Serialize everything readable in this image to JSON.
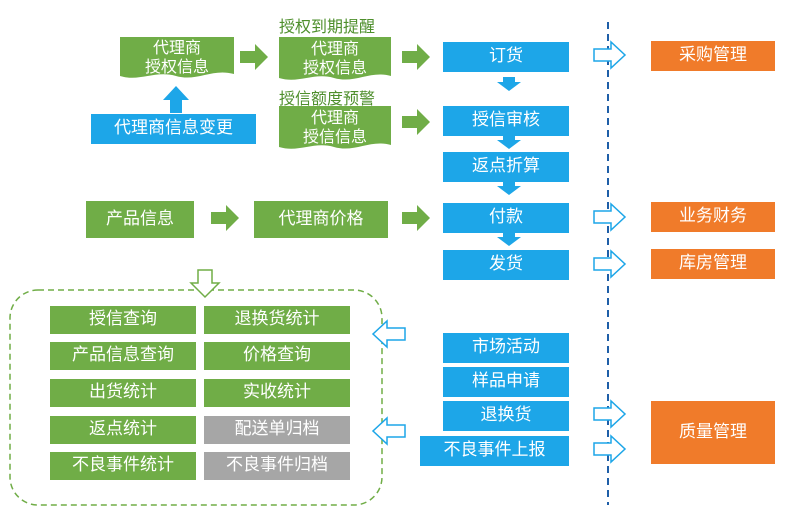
{
  "authorization": {
    "agent_auth_info": "代理商\n授权信息",
    "expiry_reminder_label": "授权到期提醒",
    "expiry_doc": "代理商\n授权信息",
    "credit_warning_label": "授信额度预警",
    "credit_doc": "代理商\n授信信息",
    "agent_info_change": "代理商信息变更"
  },
  "product": {
    "product_info": "产品信息",
    "agent_price": "代理商价格"
  },
  "process": {
    "order": "订货",
    "credit_review": "授信审核",
    "rebate_calc": "返点折算",
    "payment": "付款",
    "shipping": "发货"
  },
  "after_sales": {
    "market_activity": "市场活动",
    "sample_request": "样品申请",
    "return_exchange": "退换货",
    "defect_report": "不良事件上报"
  },
  "departments": {
    "purchasing": "采购管理",
    "finance": "业务财务",
    "warehouse": "库房管理",
    "quality": "质量管理"
  },
  "reports": {
    "credit_query": "授信查询",
    "return_stats": "退换货统计",
    "product_query": "产品信息查询",
    "price_query": "价格查询",
    "shipment_stats": "出货统计",
    "receipt_stats": "实收统计",
    "rebate_stats": "返点统计",
    "delivery_archive": "配送单归档",
    "defect_stats": "不良事件统计",
    "defect_archive": "不良事件归档"
  },
  "colors": {
    "green": "#70AD47",
    "blue": "#1DA6E8",
    "orange": "#F07B2A",
    "gray": "#A6A6A6",
    "arrow_blue": "#1DA6E8",
    "dash_blue": "#1F5FA8"
  }
}
